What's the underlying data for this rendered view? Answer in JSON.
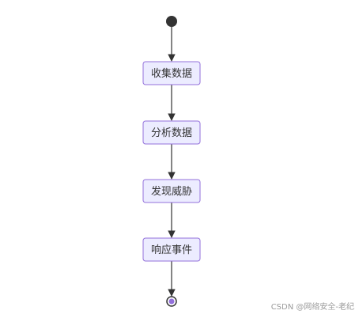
{
  "diagram": {
    "states": [
      {
        "label": "收集数据"
      },
      {
        "label": "分析数据"
      },
      {
        "label": "发现威胁"
      },
      {
        "label": "响应事件"
      }
    ],
    "colors": {
      "node_fill": "#ECECFF",
      "node_stroke": "#9370DB",
      "edge": "#333333",
      "start": "#333333",
      "end_outer": "#333333",
      "end_inner": "#9370DB"
    }
  },
  "watermark": "CSDN @网络安全-老纪"
}
